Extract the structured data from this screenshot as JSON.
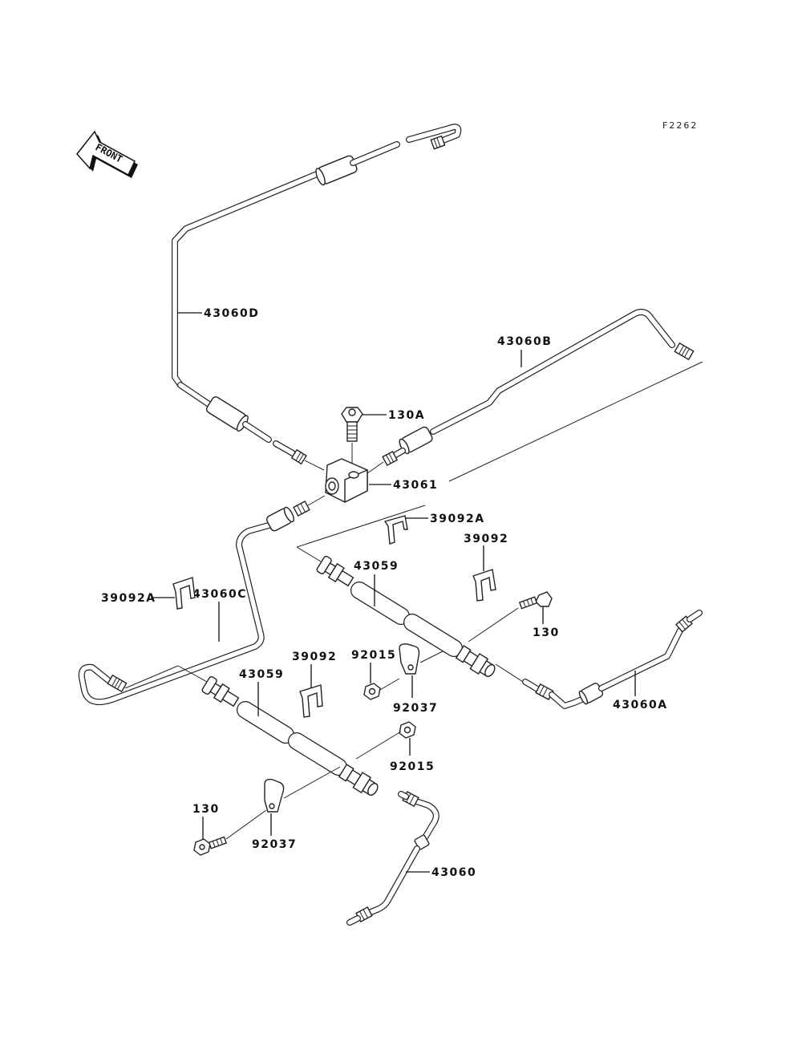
{
  "diagram": {
    "title": "Brake Piping Parts Diagram",
    "figure_code": "F2262",
    "orientation": {
      "label": "FRONT",
      "icon": "front-arrow-icon"
    },
    "parts": [
      {
        "id": "43060D",
        "label": "43060D",
        "description": "brake pipe (upper, long)"
      },
      {
        "id": "43060B",
        "label": "43060B",
        "description": "brake pipe (right)"
      },
      {
        "id": "130A",
        "label": "130A",
        "description": "flange bolt"
      },
      {
        "id": "43061",
        "label": "43061",
        "description": "brake pipe joint (3-way)"
      },
      {
        "id": "39092A-upper",
        "label": "39092A",
        "description": "hose clip"
      },
      {
        "id": "39092-upper",
        "label": "39092",
        "description": "hose clip"
      },
      {
        "id": "43059-upper",
        "label": "43059",
        "description": "brake hose"
      },
      {
        "id": "130-upper",
        "label": "130",
        "description": "flange bolt"
      },
      {
        "id": "43060A",
        "label": "43060A",
        "description": "brake pipe (right rear)"
      },
      {
        "id": "39092A-left",
        "label": "39092A",
        "description": "hose clip"
      },
      {
        "id": "43060C",
        "label": "43060C",
        "description": "brake pipe (left)"
      },
      {
        "id": "39092-lower",
        "label": "39092",
        "description": "hose clip"
      },
      {
        "id": "43059-lower",
        "label": "43059",
        "description": "brake hose"
      },
      {
        "id": "92015-upper",
        "label": "92015",
        "description": "nut"
      },
      {
        "id": "92037-upper",
        "label": "92037",
        "description": "clamp"
      },
      {
        "id": "92015-lower",
        "label": "92015",
        "description": "nut"
      },
      {
        "id": "130-lower",
        "label": "130",
        "description": "flange bolt"
      },
      {
        "id": "92037-lower",
        "label": "92037",
        "description": "clamp"
      },
      {
        "id": "43060",
        "label": "43060",
        "description": "brake pipe (left rear)"
      }
    ]
  }
}
